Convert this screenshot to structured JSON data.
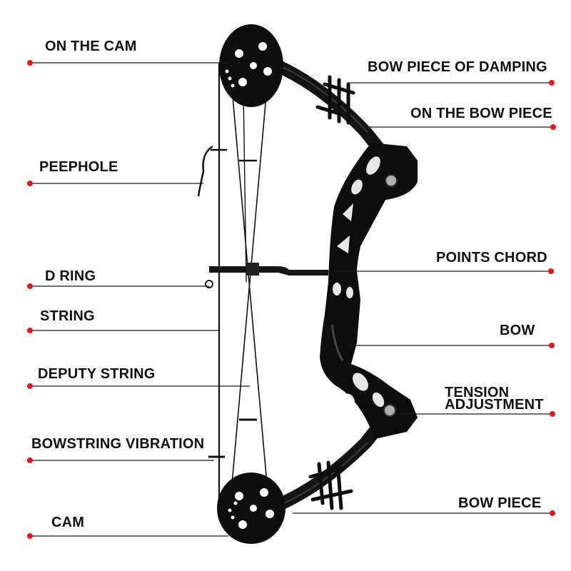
{
  "diagram": {
    "accent_dot_color": "#e21a1a",
    "line_color": "#1a1a1a",
    "bow_color": "#0d0d0d",
    "labels_left": {
      "on_the_cam": "ON THE CAM",
      "peephole": "PEEPHOLE",
      "d_ring": "D RING",
      "string": "STRING",
      "deputy_string": "DEPUTY STRING",
      "bowstring_vibration": "BOWSTRING VIBRATION",
      "cam": "CAM"
    },
    "labels_right": {
      "bow_piece_of_damping": "BOW PIECE OF DAMPING",
      "on_the_bow_piece": "ON THE BOW PIECE",
      "points_chord": "POINTS CHORD",
      "bow": "BOW",
      "tension_line1": "TENSION",
      "tension_line2": "ADJUSTMENT",
      "bow_piece": "BOW PIECE"
    }
  }
}
